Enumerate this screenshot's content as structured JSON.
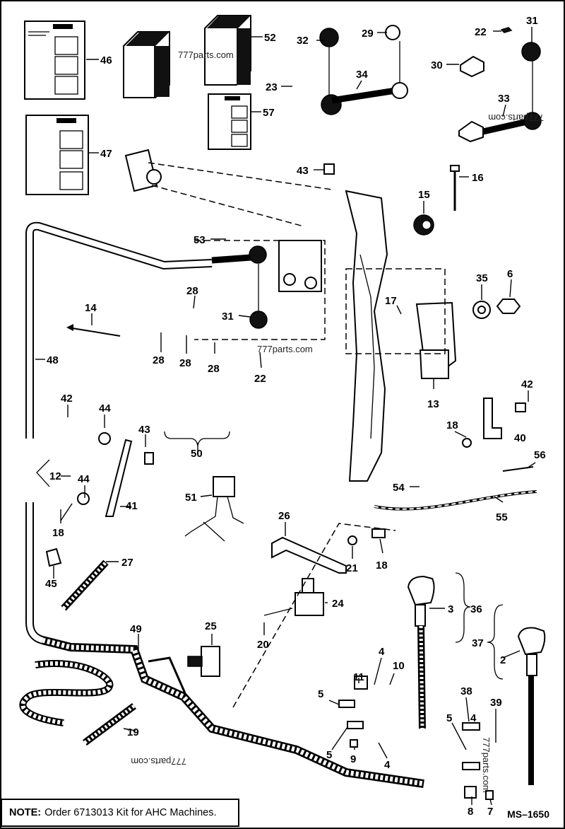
{
  "note": {
    "label": "NOTE:",
    "text": "Order 6713013 Kit for AHC Machines."
  },
  "diagram_code": "MS–1650",
  "watermarks": [
    "777parts.com",
    "777parts.com",
    "777parts.com",
    "777parts.com",
    "777parts.com"
  ],
  "callouts": [
    "46",
    "52",
    "32",
    "29",
    "22",
    "31",
    "30",
    "34",
    "23",
    "33",
    "57",
    "47",
    "43",
    "16",
    "15",
    "53",
    "35",
    "6",
    "14",
    "28",
    "31",
    "17",
    "28",
    "28",
    "28",
    "22",
    "48",
    "13",
    "42",
    "44",
    "43",
    "42",
    "12",
    "18",
    "40",
    "56",
    "44",
    "41",
    "54",
    "51",
    "50",
    "55",
    "18",
    "26",
    "21",
    "18",
    "27",
    "45",
    "24",
    "3",
    "36",
    "49",
    "25",
    "20",
    "37",
    "2",
    "11",
    "4",
    "10",
    "5",
    "38",
    "39",
    "19",
    "5",
    "9",
    "4",
    "4",
    "5",
    "8",
    "7"
  ]
}
